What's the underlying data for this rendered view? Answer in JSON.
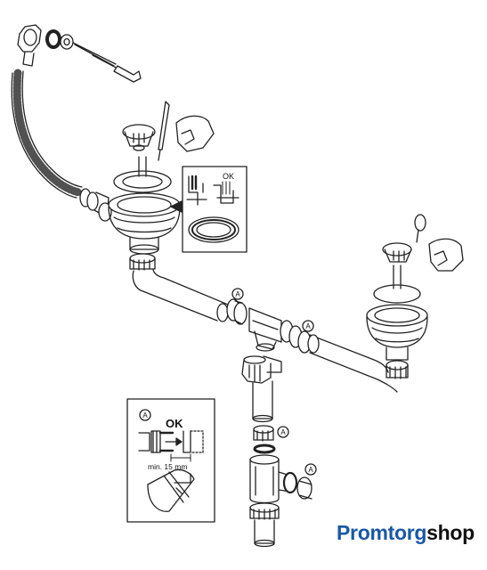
{
  "callouts": {
    "marker": "A"
  },
  "inset_top": {
    "ok_label": "OK"
  },
  "inset_bottom": {
    "marker": "A",
    "ok_label": "OK",
    "min_label": "min. 15 mm"
  },
  "brand": {
    "part1": "Promtorg",
    "part2": "shop",
    "color_primary": "#1a57a6",
    "color_secondary": "#111111"
  }
}
